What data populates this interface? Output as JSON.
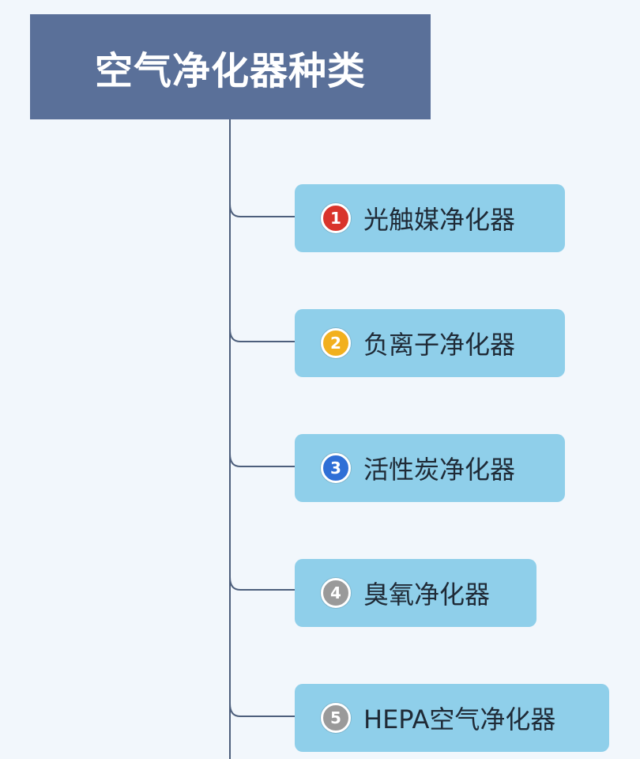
{
  "root": {
    "title": "空气净化器种类",
    "color": "#5a7099"
  },
  "node_color": "#8fcfea",
  "connector_color": "#4d5f7c",
  "items": [
    {
      "number": "1",
      "label": "光触媒净化器",
      "badge_color": "#d9342b"
    },
    {
      "number": "2",
      "label": "负离子净化器",
      "badge_color": "#f2b01e"
    },
    {
      "number": "3",
      "label": "活性炭净化器",
      "badge_color": "#2f6fd6"
    },
    {
      "number": "4",
      "label": "臭氧净化器",
      "badge_color": "#9a9a9a"
    },
    {
      "number": "5",
      "label": "HEPA空气净化器",
      "badge_color": "#9a9a9a"
    }
  ]
}
